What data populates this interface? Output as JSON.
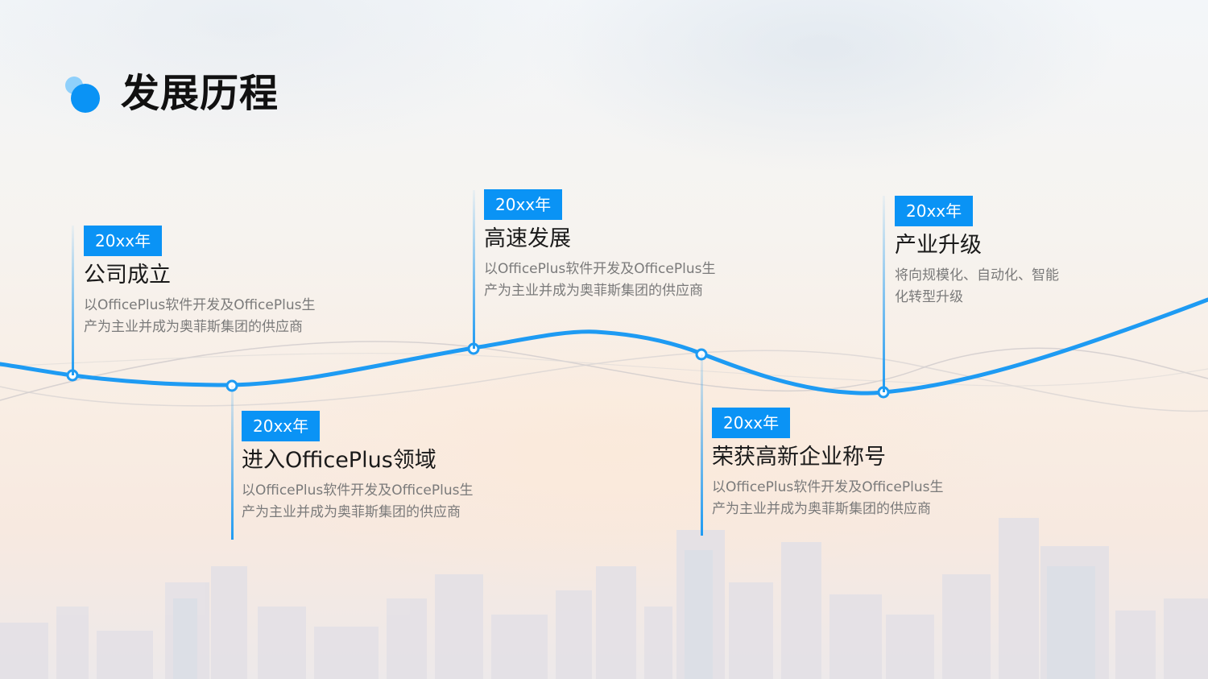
{
  "title": "发展历程",
  "colors": {
    "accent": "#0a93f5",
    "accent_light": "#8fd0fb",
    "desc": "#7a7a7a",
    "title": "#111111"
  },
  "milestones": [
    {
      "year": "20xx年",
      "title": "公司成立",
      "desc_line1": "以OfficePlus软件开发及OfficePlus生",
      "desc_line2": "产为主业并成为奥菲斯集团的供应商"
    },
    {
      "year": "20xx年",
      "title": "进入OfficePlus领域",
      "desc_line1": "以OfficePlus软件开发及OfficePlus生",
      "desc_line2": "产为主业并成为奥菲斯集团的供应商"
    },
    {
      "year": "20xx年",
      "title": "高速发展",
      "desc_line1": "以OfficePlus软件开发及OfficePlus生",
      "desc_line2": "产为主业并成为奥菲斯集团的供应商"
    },
    {
      "year": "20xx年",
      "title": "荣获高新企业称号",
      "desc_line1": "以OfficePlus软件开发及OfficePlus生",
      "desc_line2": "产为主业并成为奥菲斯集团的供应商"
    },
    {
      "year": "20xx年",
      "title": "产业升级",
      "desc_line1": "将向规模化、自动化、智能",
      "desc_line2": "化转型升级"
    }
  ]
}
